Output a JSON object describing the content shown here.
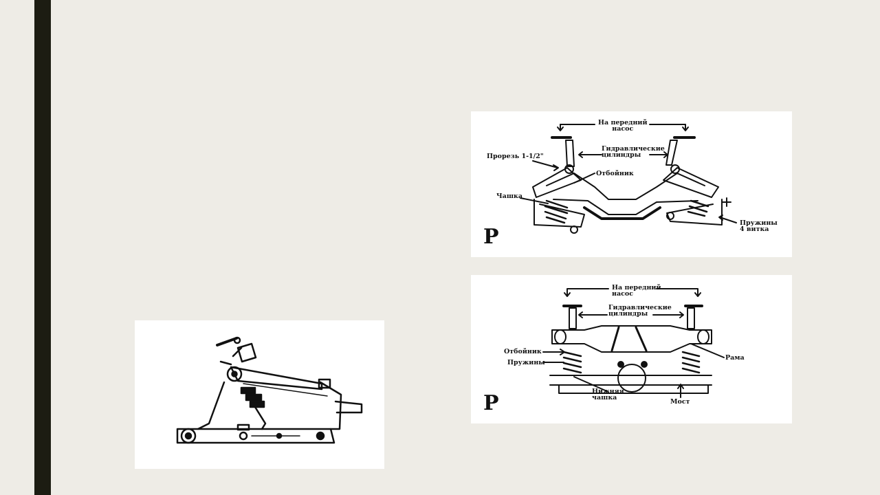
{
  "slide": {
    "background": "#eeece6",
    "accent_bar_color": "#1c1c12"
  },
  "figure_b": {
    "labels": {
      "to_front_pump": "На передний\nнасос",
      "hydraulic_cylinders": "Гидравлические\nцилиндры",
      "slot": "Прорезь 1-1/2\"",
      "bump_stop": "Отбойник",
      "cup": "Чашка",
      "springs_4_coils": "Пружины\n4 витка"
    },
    "logo": "P"
  },
  "figure_c": {
    "labels": {
      "to_front_pump": "На передний\nнасос",
      "hydraulic_cylinders": "Гидравлические\nцилиндры",
      "bump_stop": "Отбойник",
      "springs": "Пружины",
      "frame": "Рама",
      "lower_cup": "Нижняя\nчашка",
      "axle": "Мост"
    },
    "logo": "P"
  }
}
